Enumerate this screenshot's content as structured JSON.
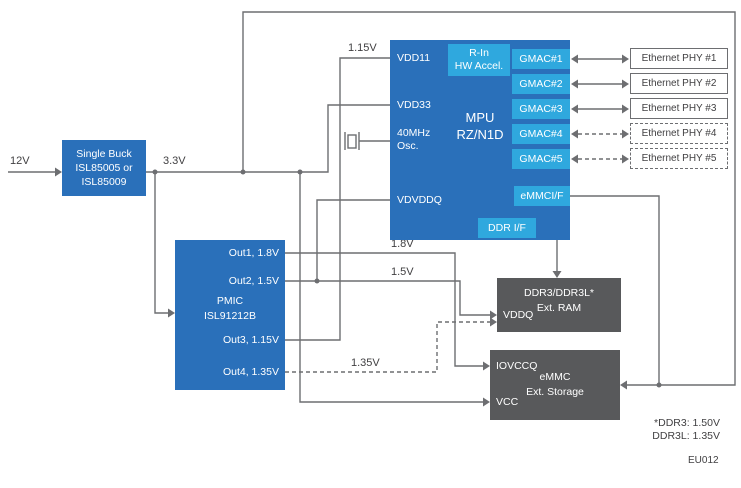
{
  "colors": {
    "blue": "#2a70ba",
    "light_blue": "#2fa8de",
    "dark_gray": "#58595b",
    "line": "#6d6e71",
    "text": "#414042"
  },
  "labels": {
    "v12": "12V",
    "v33": "3.3V",
    "v115": "1.15V",
    "v18": "1.8V",
    "v15": "1.5V",
    "v135": "1.35V"
  },
  "buck": {
    "lines": [
      "Single Buck",
      "ISL85005 or",
      "ISL85009"
    ]
  },
  "pmic": {
    "title": [
      "PMIC",
      "ISL91212B"
    ],
    "pins": [
      "Out1, 1.8V",
      "Out2, 1.5V",
      "Out3, 1.15V",
      "Out4, 1.35V"
    ]
  },
  "mpu": {
    "title": [
      "MPU",
      "RZ/N1D"
    ],
    "pins": [
      "VDD11",
      "VDD33",
      "VDVDDQ"
    ],
    "osc": [
      "40MHz",
      "Osc."
    ],
    "accel": [
      "R-In",
      "HW Accel."
    ],
    "gmacs": [
      "GMAC#1",
      "GMAC#2",
      "GMAC#3",
      "GMAC#4",
      "GMAC#5"
    ],
    "emmc_if": "eMMCI/F",
    "ddr_if": "DDR I/F"
  },
  "phys": {
    "items": [
      "Ethernet PHY #1",
      "Ethernet PHY #2",
      "Ethernet PHY #3",
      "Ethernet PHY #4",
      "Ethernet PHY #5"
    ]
  },
  "ram": {
    "title": [
      "DDR3/DDR3L*",
      "Ext. RAM"
    ],
    "pin": "VDDQ"
  },
  "storage": {
    "title": [
      "eMMC",
      "Ext. Storage"
    ],
    "pins": [
      "IOVCCQ",
      "VCC"
    ]
  },
  "notes": {
    "lines": [
      "*DDR3: 1.50V",
      "DDR3L: 1.35V"
    ],
    "code": "EU012"
  }
}
